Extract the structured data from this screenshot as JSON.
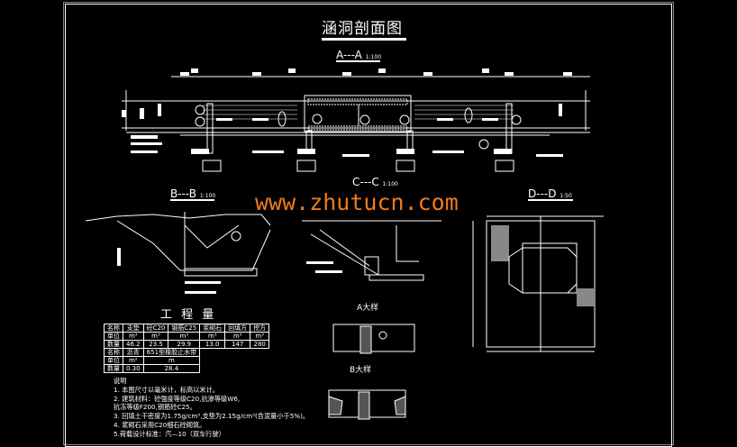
{
  "drawing_title": "涵洞剖面图",
  "watermark": "www.zhutucn.com",
  "sections": {
    "aa": {
      "label": "A---A",
      "scale": "1:100"
    },
    "bb": {
      "label": "B---B",
      "scale": "1:100"
    },
    "cc": {
      "label": "C---C",
      "scale": "1:100"
    },
    "dd": {
      "label": "D---D",
      "scale": "1:50"
    },
    "detail_a": "A大样",
    "detail_b": "B大样"
  },
  "quantities": {
    "title": "工 程 量",
    "row1_headers": [
      "名称",
      "支垫",
      "砼C20",
      "钢筋C25",
      "浆砌石",
      "回填方",
      "挖方"
    ],
    "row1_units": [
      "单位",
      "m³",
      "m³",
      "m³",
      "m³",
      "m³",
      "m³"
    ],
    "row1_values": [
      "数量",
      "46.2",
      "23.5",
      "29.9",
      "13.0",
      "147",
      "280"
    ],
    "row2_headers": [
      "名称",
      "沥青",
      "651型橡胶止水带"
    ],
    "row2_units": [
      "单位",
      "m²",
      "m"
    ],
    "row2_values": [
      "数量",
      "0.30",
      "28.4"
    ]
  },
  "notes": {
    "heading": "说明",
    "lines": [
      "1. 本图尺寸以毫米计，标高以米计。",
      "2. 建筑材料：砼强度等级C20,抗渗等级W6,",
      "抗冻等级F200,钢筋砼C25。",
      "3. 回填土干密度为1.75g/cm³,支垫为2.15g/cm³(含泥量小于5%)。",
      "4. 浆砌石采用C20细石砼砌筑。",
      "5.荷载设计标准：汽—10（双车行驶）"
    ]
  }
}
